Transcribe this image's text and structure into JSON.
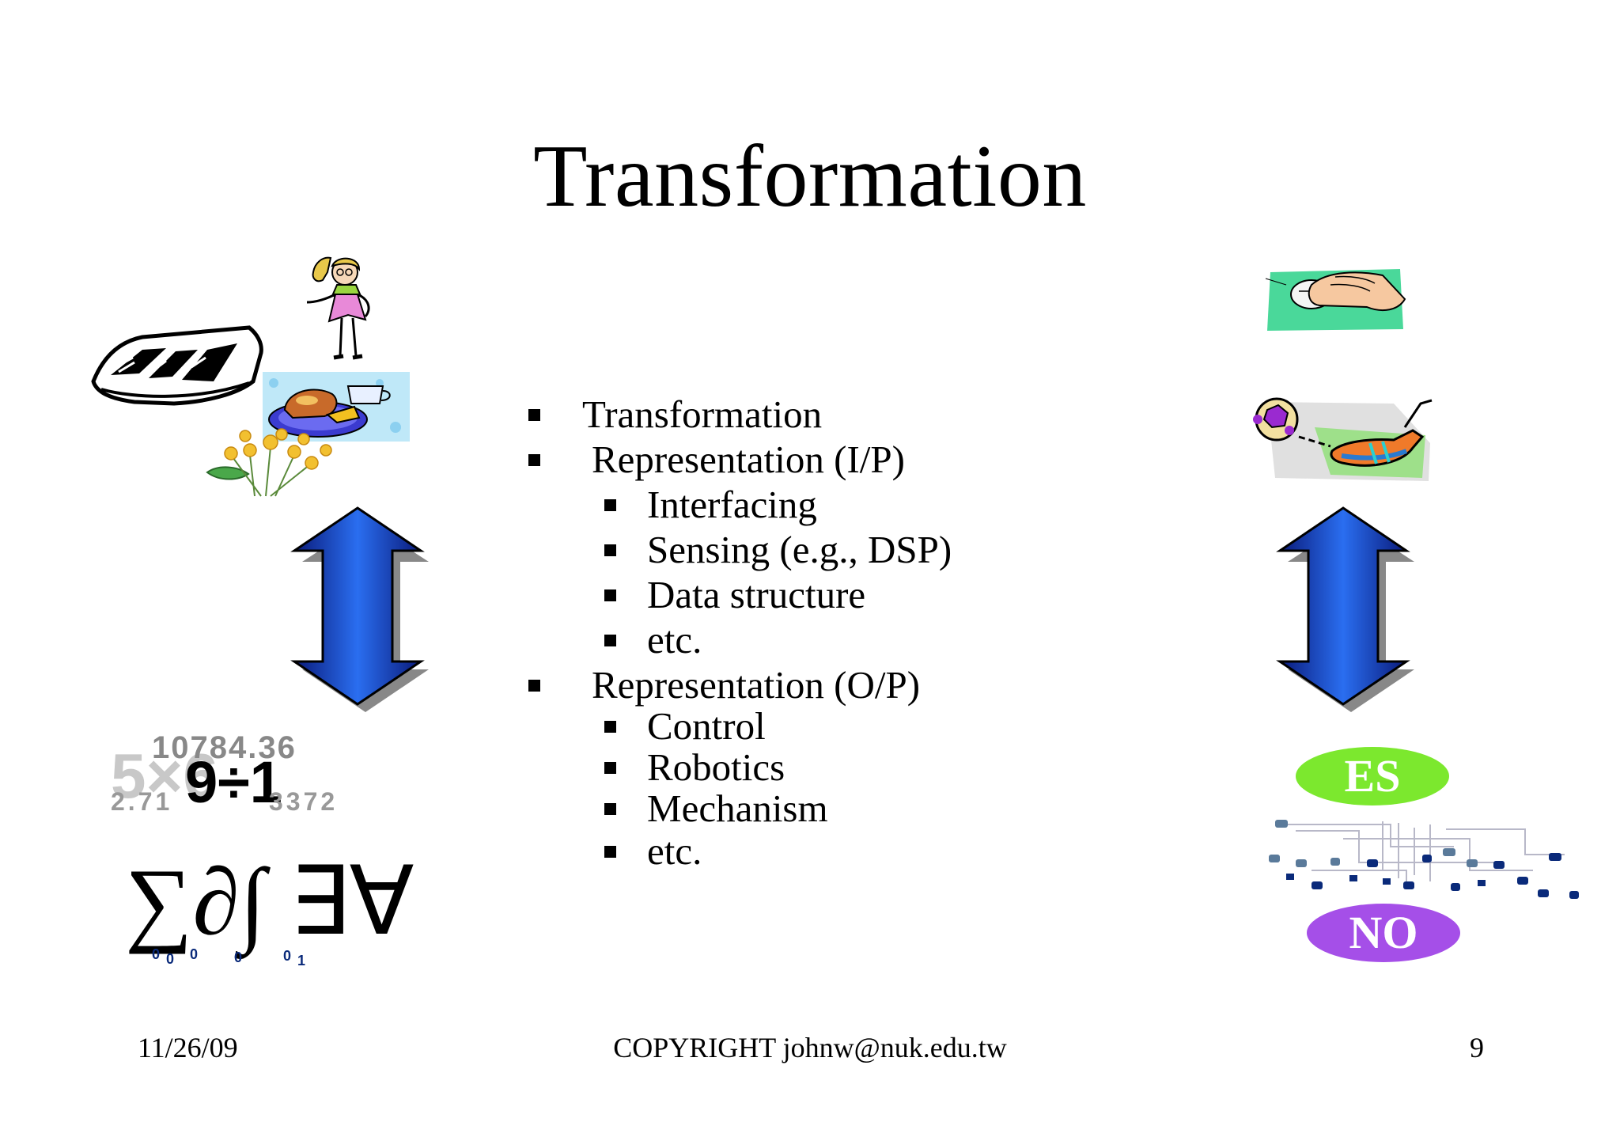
{
  "slide": {
    "title": "Transformation",
    "bullets": [
      {
        "level": 1,
        "text": "Transformation"
      },
      {
        "level": 1,
        "text": "Representation (I/P)"
      },
      {
        "level": 2,
        "text": "Interfacing"
      },
      {
        "level": 2,
        "text": "Sensing (e.g., DSP)"
      },
      {
        "level": 2,
        "text": "Data structure"
      },
      {
        "level": 2,
        "text": "etc."
      },
      {
        "level": 1,
        "text": "Representation (O/P)"
      },
      {
        "level": 2,
        "text": "Control"
      },
      {
        "level": 2,
        "text": "Robotics"
      },
      {
        "level": 2,
        "text": "Mechanism"
      },
      {
        "level": 2,
        "text": "etc."
      }
    ],
    "footer": {
      "date": "11/26/09",
      "copyright": "COPYRIGHT johnw@nuk.edu.tw",
      "page": "9"
    }
  },
  "left_art": {
    "numbers_big": "9÷1",
    "numbers_top": "10784.36",
    "numbers_bottom": "2.71",
    "numbers_bottom_tail": "3372",
    "numbers_faint": "5×6",
    "math_symbols": "∑∂∫ ∃∀",
    "binary": [
      "0",
      "0",
      "0",
      "0",
      "0",
      "1"
    ]
  },
  "right_art": {
    "badge_top": "ES",
    "badge_bottom": "NO",
    "badge_top_color": "#7ce82e",
    "badge_bottom_color": "#a54fe8"
  },
  "icons": [
    "newspaper-icon",
    "woman-clipart-icon",
    "food-plate-icon",
    "flowers-icon",
    "double-arrow-icon",
    "hand-mouse-icon",
    "soccer-shoe-icon",
    "circuit-icon"
  ]
}
